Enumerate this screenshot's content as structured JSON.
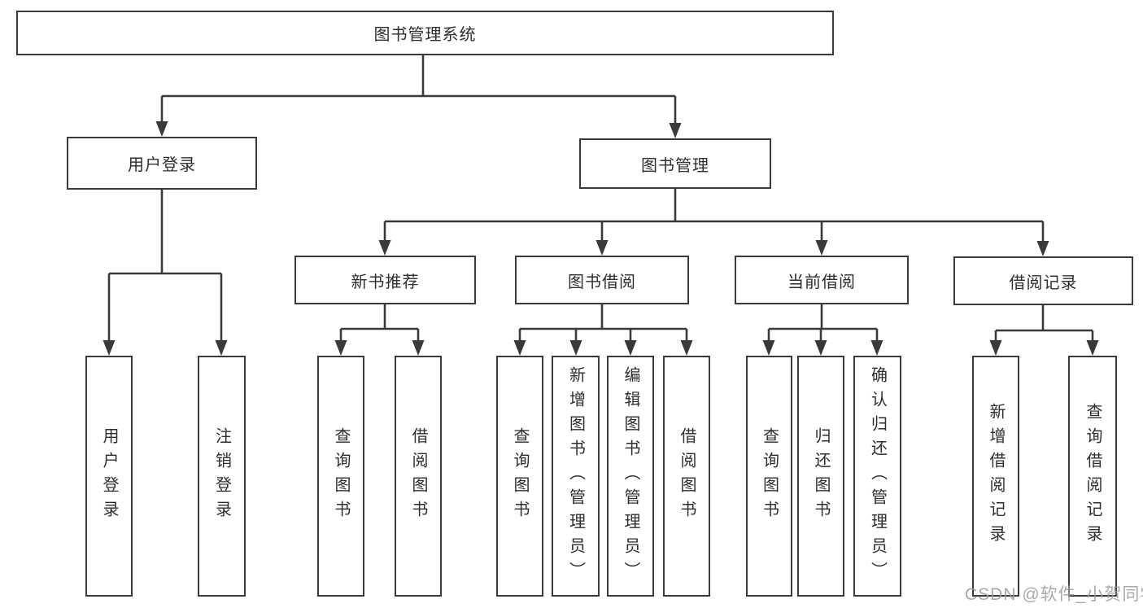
{
  "diagram": {
    "root": {
      "label": "图书管理系统"
    },
    "branches": {
      "user_login": {
        "label": "用户登录"
      },
      "book_mgmt": {
        "label": "图书管理"
      }
    },
    "modules": {
      "new_books": {
        "label": "新书推荐"
      },
      "book_borrow": {
        "label": "图书借阅"
      },
      "current_borrow": {
        "label": "当前借阅"
      },
      "borrow_records": {
        "label": "借阅记录"
      }
    },
    "leaves": {
      "user_login": [
        "用户登录",
        "注销登录"
      ],
      "new_books": [
        "查询图书",
        "借阅图书"
      ],
      "book_borrow": [
        "查询图书",
        "新增图书（管理员）",
        "编辑图书（管理员）",
        "借阅图书"
      ],
      "current_borrow": [
        "查询图书",
        "归还图书",
        "确认归还（管理员）"
      ],
      "borrow_records": [
        "新增借阅记录",
        "查询借阅记录"
      ]
    }
  },
  "watermark": {
    "text": "CSDN @软件_小贺同学"
  },
  "colors": {
    "line": "#3a3a3a",
    "text": "#2e2e2e",
    "watermark": "#9b9b9b",
    "background": "#ffffff"
  }
}
